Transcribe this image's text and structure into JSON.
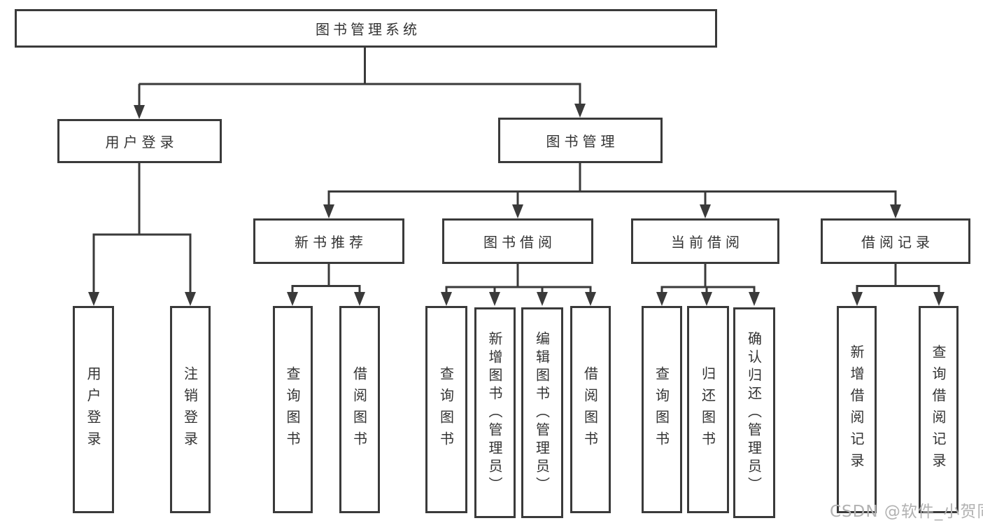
{
  "tree": {
    "root": {
      "label": "图书管理系统"
    },
    "branches": [
      {
        "label": "用户登录",
        "children": [
          {
            "label": "用户登录"
          },
          {
            "label": "注销登录"
          }
        ]
      },
      {
        "label": "图书管理",
        "children": [
          {
            "label": "新书推荐",
            "children": [
              {
                "label": "查询图书"
              },
              {
                "label": "借阅图书"
              }
            ]
          },
          {
            "label": "图书借阅",
            "children": [
              {
                "label": "查询图书"
              },
              {
                "label": "新增图书（管理员）"
              },
              {
                "label": "编辑图书（管理员）"
              },
              {
                "label": "借阅图书"
              }
            ]
          },
          {
            "label": "当前借阅",
            "children": [
              {
                "label": "查询图书"
              },
              {
                "label": "归还图书"
              },
              {
                "label": "确认归还（管理员）"
              }
            ]
          },
          {
            "label": "借阅记录",
            "children": [
              {
                "label": "新增借阅记录"
              },
              {
                "label": "查询借阅记录"
              }
            ]
          }
        ]
      }
    ]
  },
  "watermark": {
    "text": "CSDN @软件_小贺同学"
  },
  "colors": {
    "line": "#3a3a3a",
    "text": "#333333",
    "watermark": "#b2b2b2",
    "background": "#ffffff"
  }
}
